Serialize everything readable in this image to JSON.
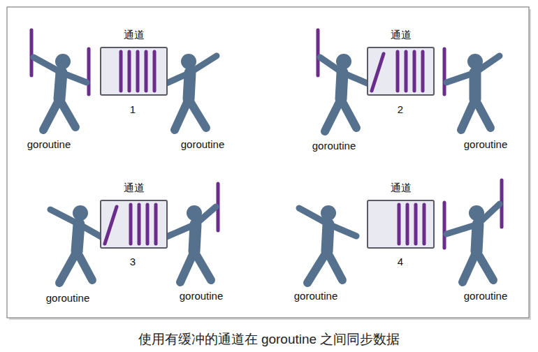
{
  "diagram": {
    "caption": "使用有缓冲的通道在 goroutine 之间同步数据",
    "nodes": [
      {
        "text": [
          "通道"
        ]
      },
      {
        "text": [
          "通道"
        ]
      },
      {
        "text": [
          "通道"
        ]
      },
      {
        "text": [
          "通道"
        ]
      }
    ],
    "labels": [
      "1",
      "goroutine",
      "goroutine",
      "2",
      "goroutine",
      "goroutine",
      "3",
      "goroutine",
      "goroutine",
      "4",
      "goroutine",
      "goroutine"
    ]
  }
}
